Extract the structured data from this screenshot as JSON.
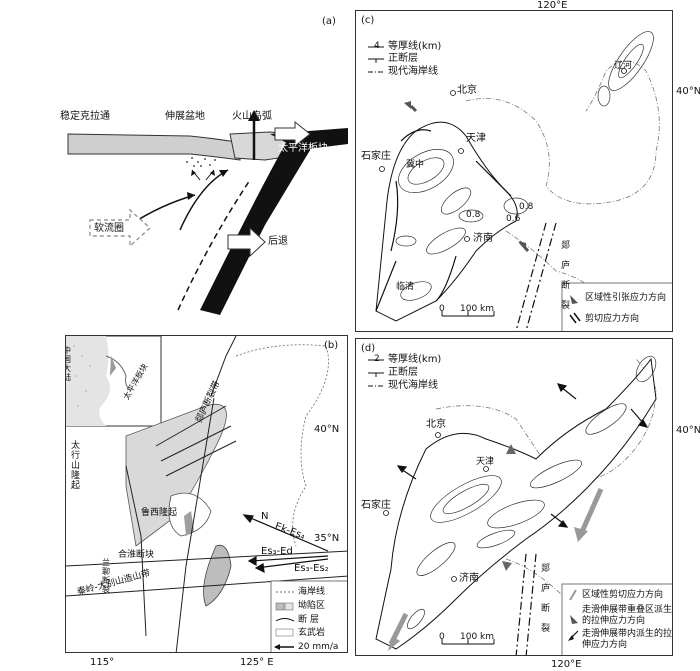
{
  "top_coords": {
    "lon_120_top": "120°E",
    "lat_40_right_c": "40°N",
    "lat_40_right_d": "40°N"
  },
  "panel_a": {
    "tag": "(a)",
    "label_stable_craton": "稳定克拉通",
    "label_extension_basin": "伸展盆地",
    "label_volcanic_arc": "火山岛弧",
    "label_pacific_plate": "太平洋板块",
    "label_asthenosphere": "软流圈",
    "label_rollback": "后退"
  },
  "panel_b": {
    "tag": "(b)",
    "label_china_mainland": "中国大陆",
    "label_pacific_plate": "太平洋板块",
    "label_tanlu_fault": "郯庐断裂带",
    "label_taihang_uplift": "太行山隆起",
    "label_luxi_uplift": "鲁西隆起",
    "label_hefei_block": "合淮断块",
    "label_qinling": "秦岭-大别山造山带",
    "label_lanliao_fault": "兰聊断裂",
    "lat_35": "35°N",
    "lat_40": "40°N",
    "lon_115": "115°",
    "lon_125": "125° E",
    "arrow_N": "N",
    "arrow_ek": "Ek-Es₄",
    "arrow_es3": "Es₃-Ed",
    "arrow_es1": "Es₃-Es₂",
    "legend": {
      "coastline": "海岸线",
      "depression": "坳陷区",
      "fault": "断    层",
      "basalt": "玄武岩",
      "velocity": "20 mm/a"
    }
  },
  "panel_c": {
    "tag": "(c)",
    "legend": {
      "isopach": "等厚线(km)",
      "isopach_value": "4",
      "normal_fault": "正断层",
      "coastline": "现代海岸线"
    },
    "place_beijing": "北京",
    "place_tianjin": "天津",
    "place_shijiazhuang": "石家庄",
    "place_jinan": "济南",
    "place_liaohe": "辽河",
    "place_jizhong": "冀中",
    "place_linqing": "临清",
    "contour_08": "0.8",
    "contour_06": "0.6",
    "contour_08b": "0.8",
    "tanlu": "郯庐断裂",
    "scale_0": "0",
    "scale_100": "100 km",
    "legend2": {
      "extension": "区域性引张应力方向",
      "shear": "剪切应力方向"
    }
  },
  "panel_d": {
    "tag": "(d)",
    "legend": {
      "isopach": "等厚线(km)",
      "isopach_value": "2",
      "normal_fault": "正断层",
      "coastline": "现代海岸线"
    },
    "place_beijing": "北京",
    "place_shijiazhuang": "石家庄",
    "place_jinan": "济南",
    "place_tianjin": "天津",
    "tanlu": "郯庐断裂",
    "scale_0": "0",
    "scale_100": "100 km",
    "legend2": {
      "shear": "区域性剪切应力方向",
      "overlap": "走滑伸展带重叠区派生的拉伸应力方向",
      "inner": "走滑伸展带内派生的拉伸应力方向"
    }
  },
  "bottom_coords": {
    "lon_120": "120°E"
  }
}
